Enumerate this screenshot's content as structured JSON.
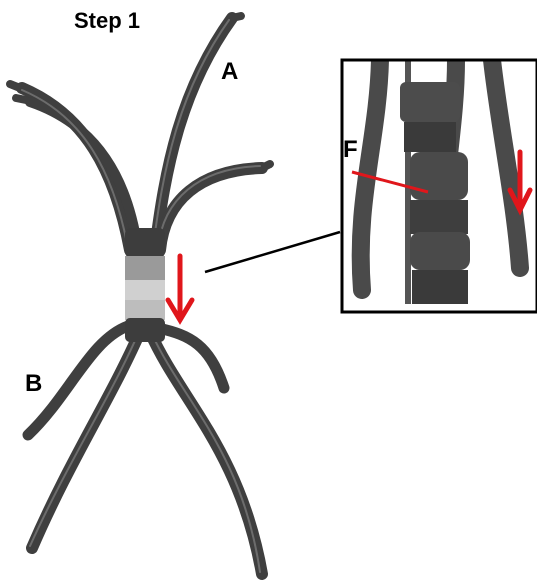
{
  "step_title": "Step 1",
  "labels": {
    "a": "A",
    "b": "B",
    "f": "F"
  },
  "colors": {
    "tube": "#4b4b4b",
    "tube_highlight": "#6a6a6a",
    "sleeve_light": "#c8c8c8",
    "arrow": "#e0161b",
    "outline": "#000000"
  },
  "icons": {
    "down_arrow": "red-down-arrow-icon"
  }
}
